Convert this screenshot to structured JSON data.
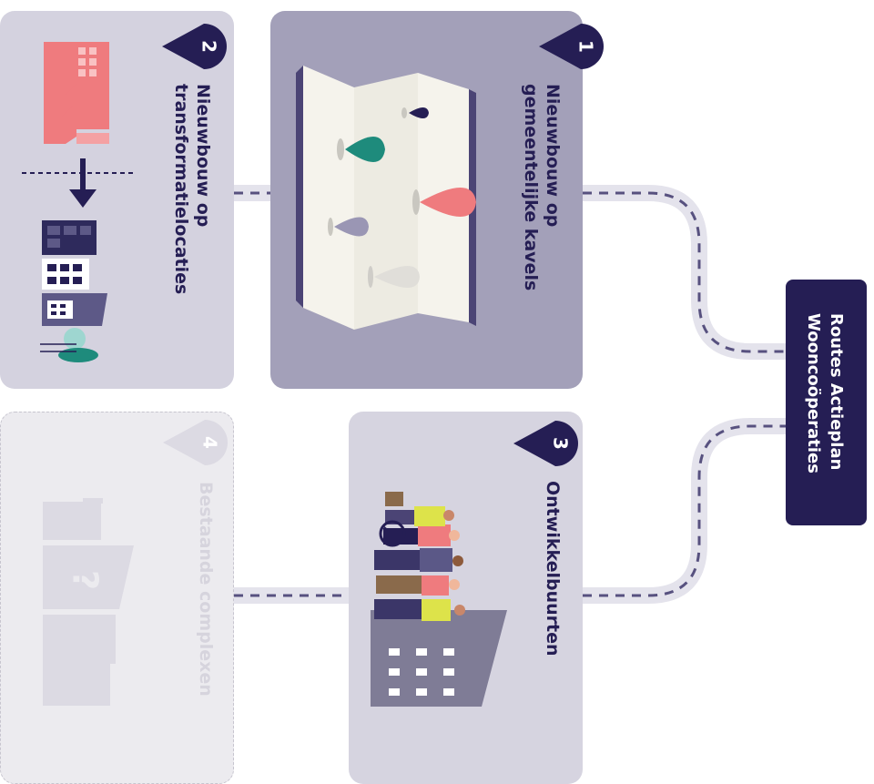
{
  "hub": {
    "line1": "Routes Actieplan",
    "line2": "Wooncoöperaties"
  },
  "routes": [
    {
      "number": "1",
      "line1": "Nieuwbouw op",
      "line2": "gemeentelijke kavels"
    },
    {
      "number": "2",
      "line1": "Nieuwbouw op",
      "line2": "transformatielocaties"
    },
    {
      "number": "3",
      "line1": "Ontwikkelbuurten"
    },
    {
      "number": "4",
      "line1": "Bestaande complexen"
    }
  ],
  "illustrations": {
    "route1": "map-with-location-pins",
    "route2": "factory-transformed-to-apartments",
    "route3": "group-of-residents-with-building",
    "route4": "existing-buildings-with-question-mark"
  },
  "colors": {
    "navy": "#251e54",
    "card_active": "#a3a0b9",
    "card_light": "#d4d2df",
    "card_faded": "#ecebef",
    "path": "#e4e3ec",
    "pink": "#ef7b7e",
    "teal": "#1e8b7c",
    "lime": "#dde34a"
  }
}
